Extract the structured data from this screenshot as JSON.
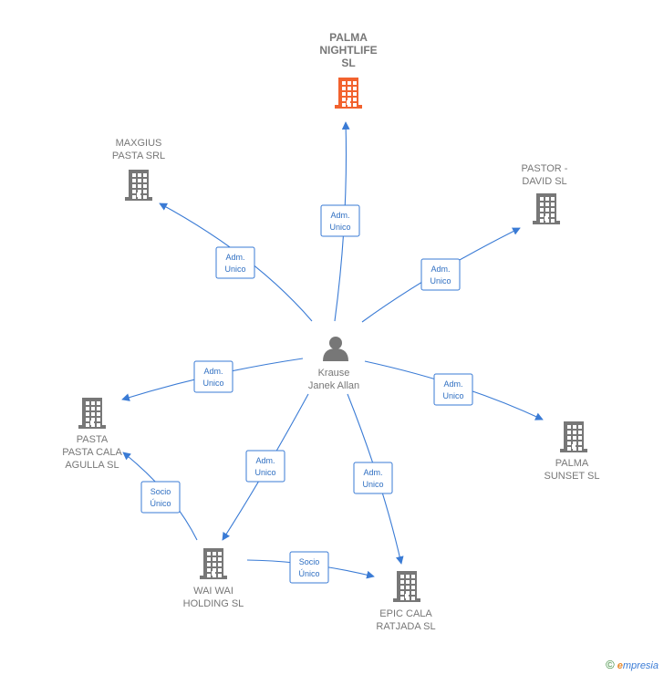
{
  "colors": {
    "edge": "#3a7bd5",
    "company": "#777777",
    "highlight": "#f2622e",
    "person": "#777777"
  },
  "person": {
    "id": "krause",
    "lines": [
      "Krause",
      "Janek Allan"
    ]
  },
  "companies": [
    {
      "id": "palma-nightlife",
      "lines": [
        "PALMA",
        "NIGHTLIFE",
        "SL"
      ],
      "highlight": true
    },
    {
      "id": "maxgius",
      "lines": [
        "MAXGIUS",
        "PASTA SRL"
      ]
    },
    {
      "id": "pastor-david",
      "lines": [
        "PASTOR -",
        "DAVID  SL"
      ]
    },
    {
      "id": "pasta-cala-agulla",
      "lines": [
        "PASTA",
        "PASTA CALA",
        "AGULLA  SL"
      ]
    },
    {
      "id": "palma-sunset",
      "lines": [
        "PALMA",
        "SUNSET  SL"
      ]
    },
    {
      "id": "wai-wai",
      "lines": [
        "WAI WAI",
        "HOLDING  SL"
      ]
    },
    {
      "id": "epic-cala",
      "lines": [
        "EPIC CALA",
        "RATJADA  SL"
      ]
    }
  ],
  "edges": [
    {
      "from": "krause",
      "to": "palma-nightlife",
      "label": [
        "Adm.",
        "Unico"
      ]
    },
    {
      "from": "krause",
      "to": "maxgius",
      "label": [
        "Adm.",
        "Unico"
      ]
    },
    {
      "from": "krause",
      "to": "pastor-david",
      "label": [
        "Adm.",
        "Unico"
      ]
    },
    {
      "from": "krause",
      "to": "pasta-cala-agulla",
      "label": [
        "Adm.",
        "Unico"
      ]
    },
    {
      "from": "krause",
      "to": "palma-sunset",
      "label": [
        "Adm.",
        "Unico"
      ]
    },
    {
      "from": "krause",
      "to": "wai-wai",
      "label": [
        "Adm.",
        "Unico"
      ]
    },
    {
      "from": "krause",
      "to": "epic-cala",
      "label": [
        "Adm.",
        "Unico"
      ]
    },
    {
      "from": "wai-wai",
      "to": "pasta-cala-agulla",
      "label": [
        "Socio",
        "Único"
      ]
    },
    {
      "from": "wai-wai",
      "to": "epic-cala",
      "label": [
        "Socio",
        "Único"
      ]
    }
  ],
  "brand": {
    "copyright": "©",
    "e": "e",
    "rest": "mpresia"
  }
}
